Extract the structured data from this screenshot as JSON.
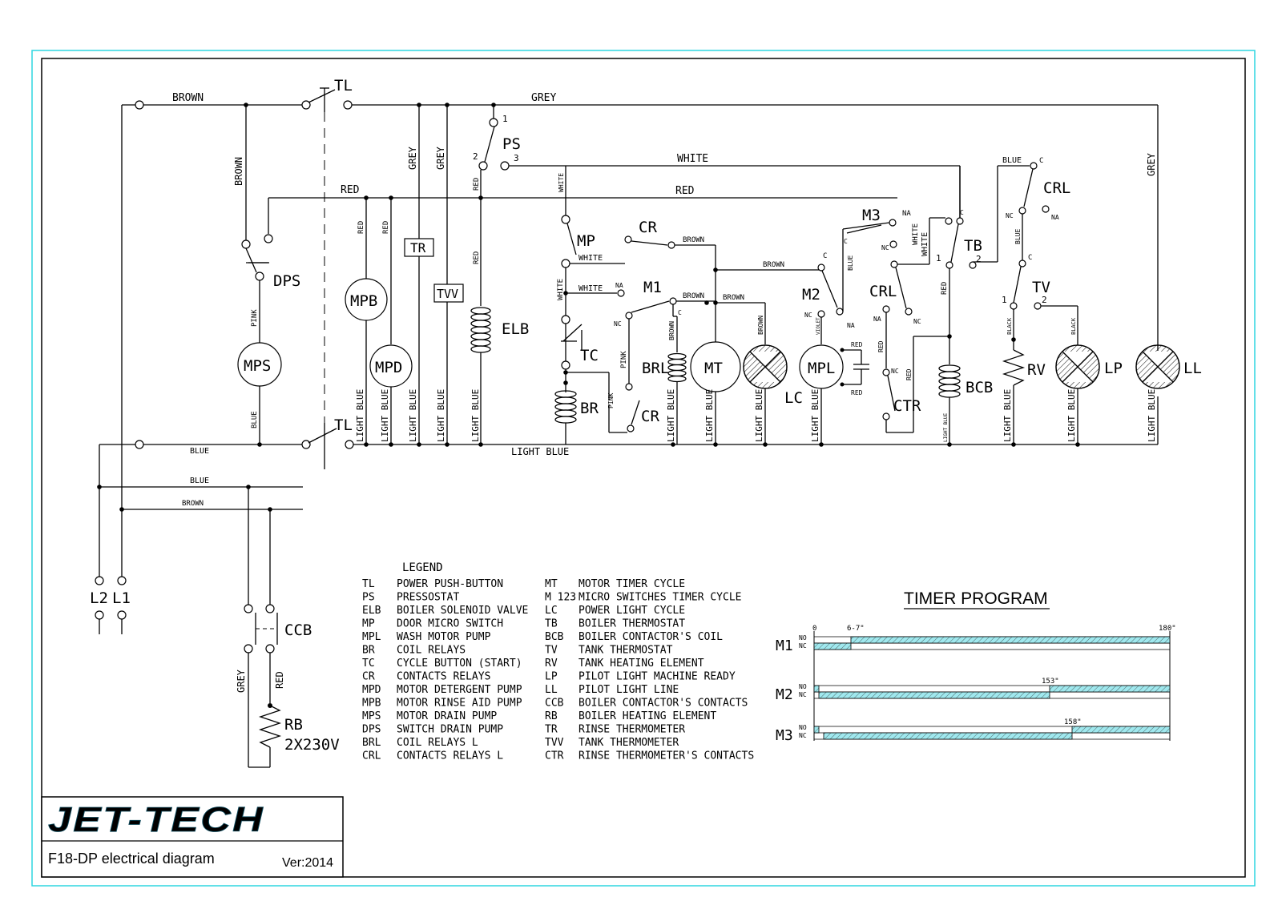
{
  "colors": {
    "frame": "#2fd5e0",
    "timer_fill": "#9fe8ee",
    "ink": "#000000"
  },
  "title_block": {
    "logo": "JET-TECH",
    "drawing_title": "F18-DP electrical diagram",
    "version": "Ver:2014"
  },
  "components": {
    "TL": "TL",
    "PS": "PS",
    "DPS": "DPS",
    "MPS": "MPS",
    "MPB": "MPB",
    "MPD": "MPD",
    "TR": "TR",
    "TVV": "TVV",
    "ELB": "ELB",
    "MP": "MP",
    "TC": "TC",
    "BR": "BR",
    "CR": "CR",
    "M1": "M1",
    "M2": "M2",
    "M3": "M3",
    "BRL": "BRL",
    "MT": "MT",
    "LC": "LC",
    "MPL": "MPL",
    "CRL": "CRL",
    "CTR": "CTR",
    "TB": "TB",
    "BCB": "BCB",
    "TV": "TV",
    "RV": "RV",
    "LP": "LP",
    "LL": "LL",
    "CCB": "CCB",
    "RB": "RB",
    "RB_rating": "2X230V",
    "L1": "L1",
    "L2": "L2"
  },
  "terminals": {
    "one": "1",
    "two": "2",
    "three": "3",
    "c": "C",
    "na": "NA",
    "nc": "NC"
  },
  "wires": {
    "brown": "BROWN",
    "grey": "GREY",
    "white": "WHITE",
    "red": "RED",
    "blue": "BLUE",
    "light_blue": "LIGHT BLUE",
    "pink": "PINK",
    "black": "BLACK",
    "violet": "VIOLET"
  },
  "legend": {
    "title": "LEGEND",
    "left": [
      {
        "code": "TL",
        "desc": "POWER PUSH-BUTTON"
      },
      {
        "code": "PS",
        "desc": "PRESSOSTAT"
      },
      {
        "code": "ELB",
        "desc": "BOILER SOLENOID VALVE"
      },
      {
        "code": "MP",
        "desc": "DOOR MICRO SWITCH"
      },
      {
        "code": "MPL",
        "desc": "WASH MOTOR PUMP"
      },
      {
        "code": "BR",
        "desc": "COIL RELAYS"
      },
      {
        "code": "TC",
        "desc": "CYCLE BUTTON (START)"
      },
      {
        "code": "CR",
        "desc": "CONTACTS RELAYS"
      },
      {
        "code": "MPD",
        "desc": "MOTOR DETERGENT PUMP"
      },
      {
        "code": "MPB",
        "desc": "MOTOR RINSE AID PUMP"
      },
      {
        "code": "MPS",
        "desc": "MOTOR DRAIN PUMP"
      },
      {
        "code": "DPS",
        "desc": "SWITCH DRAIN PUMP"
      },
      {
        "code": "BRL",
        "desc": "COIL RELAYS L"
      },
      {
        "code": "CRL",
        "desc": "CONTACTS RELAYS L"
      }
    ],
    "right": [
      {
        "code": "MT",
        "desc": "MOTOR TIMER CYCLE"
      },
      {
        "code": "M 123",
        "desc": "MICRO SWITCHES TIMER CYCLE"
      },
      {
        "code": "LC",
        "desc": "POWER LIGHT CYCLE"
      },
      {
        "code": "TB",
        "desc": "BOILER THERMOSTAT"
      },
      {
        "code": "BCB",
        "desc": "BOILER CONTACTOR'S COIL"
      },
      {
        "code": "TV",
        "desc": "TANK THERMOSTAT"
      },
      {
        "code": "RV",
        "desc": "TANK HEATING ELEMENT"
      },
      {
        "code": "LP",
        "desc": "PILOT LIGHT MACHINE READY"
      },
      {
        "code": "LL",
        "desc": "PILOT LIGHT LINE"
      },
      {
        "code": "CCB",
        "desc": "BOILER CONTACTOR'S CONTACTS"
      },
      {
        "code": "RB",
        "desc": "BOILER HEATING ELEMENT"
      },
      {
        "code": "TR",
        "desc": "RINSE THERMOMETER"
      },
      {
        "code": "TVV",
        "desc": "TANK THERMOMETER"
      },
      {
        "code": "CTR",
        "desc": "RINSE THERMOMETER'S CONTACTS"
      }
    ]
  },
  "timer_program": {
    "title": "TIMER PROGRAM",
    "start_label": "0",
    "end_label": "180\"",
    "rows": [
      {
        "name": "M1",
        "no": "NO",
        "nc": "NC",
        "mark_label": "6-7\""
      },
      {
        "name": "M2",
        "no": "NO",
        "nc": "NC",
        "mark_label": "153\""
      },
      {
        "name": "M3",
        "no": "NO",
        "nc": "NC",
        "mark_label": "158\""
      }
    ]
  }
}
